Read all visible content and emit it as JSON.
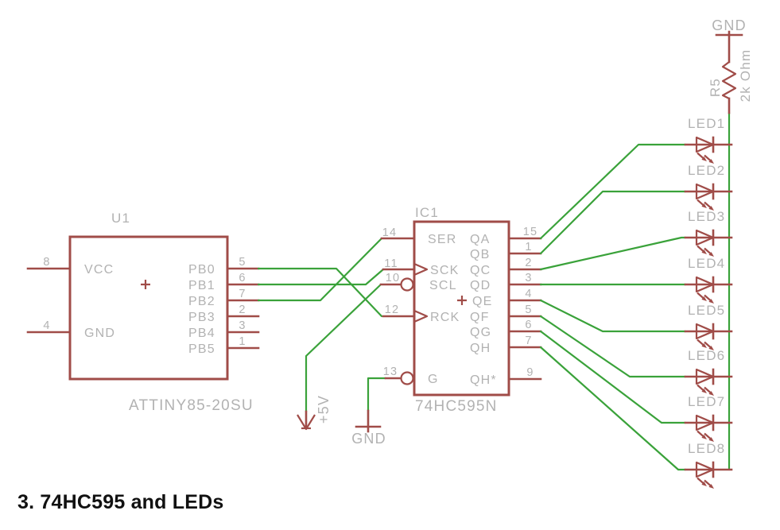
{
  "title": "3. 74HC595 and LEDs",
  "colors": {
    "wire": "#3aa23a",
    "part": "#a04c48",
    "label": "#b2b2b2",
    "title": "#111111"
  },
  "u1": {
    "ref": "U1",
    "value": "ATTINY85-20SU",
    "pins_left": [
      {
        "num": "8",
        "name": "VCC"
      },
      {
        "num": "4",
        "name": "GND"
      }
    ],
    "pins_right": [
      {
        "num": "5",
        "name": "PB0"
      },
      {
        "num": "6",
        "name": "PB1"
      },
      {
        "num": "7",
        "name": "PB2"
      },
      {
        "num": "2",
        "name": "PB3"
      },
      {
        "num": "3",
        "name": "PB4"
      },
      {
        "num": "1",
        "name": "PB5"
      }
    ]
  },
  "ic1": {
    "ref": "IC1",
    "value": "74HC595N",
    "pins_left": [
      {
        "num": "14",
        "name": "SER"
      },
      {
        "num": "11",
        "name": "SCK"
      },
      {
        "num": "10",
        "name": "SCL"
      },
      {
        "num": "12",
        "name": "RCK"
      },
      {
        "num": "13",
        "name": "G"
      }
    ],
    "pins_right": [
      {
        "num": "15",
        "name": "QA"
      },
      {
        "num": "1",
        "name": "QB"
      },
      {
        "num": "2",
        "name": "QC"
      },
      {
        "num": "3",
        "name": "QD"
      },
      {
        "num": "4",
        "name": "QE"
      },
      {
        "num": "5",
        "name": "QF"
      },
      {
        "num": "6",
        "name": "QG"
      },
      {
        "num": "7",
        "name": "QH"
      },
      {
        "num": "9",
        "name": "QH*"
      }
    ]
  },
  "resistor": {
    "ref": "R5",
    "value": "2k Ohm"
  },
  "leds": [
    {
      "label": "LED1"
    },
    {
      "label": "LED2"
    },
    {
      "label": "LED3"
    },
    {
      "label": "LED4"
    },
    {
      "label": "LED5"
    },
    {
      "label": "LED6"
    },
    {
      "label": "LED7"
    },
    {
      "label": "LED8"
    }
  ],
  "power": {
    "gnd_top": "GND",
    "gnd_bottom": "GND",
    "vcc": "+5V"
  }
}
